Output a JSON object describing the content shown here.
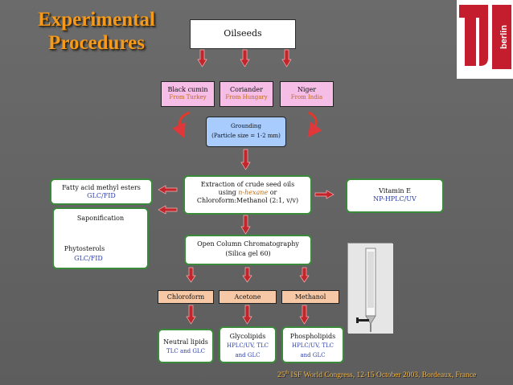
{
  "title": {
    "line1": "Experimental",
    "line2": "Procedures"
  },
  "logo": {
    "text": "berlin"
  },
  "nodes": {
    "oilseeds": "Oilseeds",
    "black_cumin": {
      "name": "Black cumin",
      "origin": "From Turkey"
    },
    "coriander": {
      "name": "Coriander",
      "origin": "From Hungary"
    },
    "niger": {
      "name": "Niger",
      "origin": "From India"
    },
    "grounding": {
      "line1": "Grounding",
      "line2": "(Particle size = 1-2 mm)"
    },
    "extraction": {
      "line1": "Extraction of crude seed oils",
      "line2_pre": "using ",
      "line2_em": "n-hexane",
      "line2_post": " or",
      "line3": "Chloroform:Methanol (2:1, v/v)"
    },
    "fame": {
      "line1": "Fatty acid methyl esters",
      "line2": "GLC/FID"
    },
    "vitamin": {
      "line1": "Vitamin E",
      "line2": "NP-HPLC/UV"
    },
    "saponification": "Saponification",
    "phytosterols": {
      "line1": "Phytosterols",
      "line2": "GLC/FID"
    },
    "occ": {
      "line1": "Open Column Chromatography",
      "line2": "(Silica gel  60)"
    },
    "chloroform": "Chloroform",
    "acetone": "Acetone",
    "methanol": "Methanol",
    "neutral": {
      "line1": "Neutral lipids",
      "line2": "TLC and GLC"
    },
    "glyco": {
      "line1": "Glycolipids",
      "line2": "HPLC/UV, TLC",
      "line3": "and GLC"
    },
    "phospho": {
      "line1": "Phospholipids",
      "line2": "HPLC/UV, TLC",
      "line3": "and GLC"
    }
  },
  "footer": {
    "prefix": "25",
    "sup": "th",
    "text": " ISF World Congress, 12-15 October 2003, Bordeaux, France"
  },
  "colors": {
    "title": "#f59a1b",
    "arrow": "#c0262c",
    "seed_box": "#f6bde7",
    "solvent_box": "#f7c8a5",
    "grounding_box": "#a9ccff"
  }
}
